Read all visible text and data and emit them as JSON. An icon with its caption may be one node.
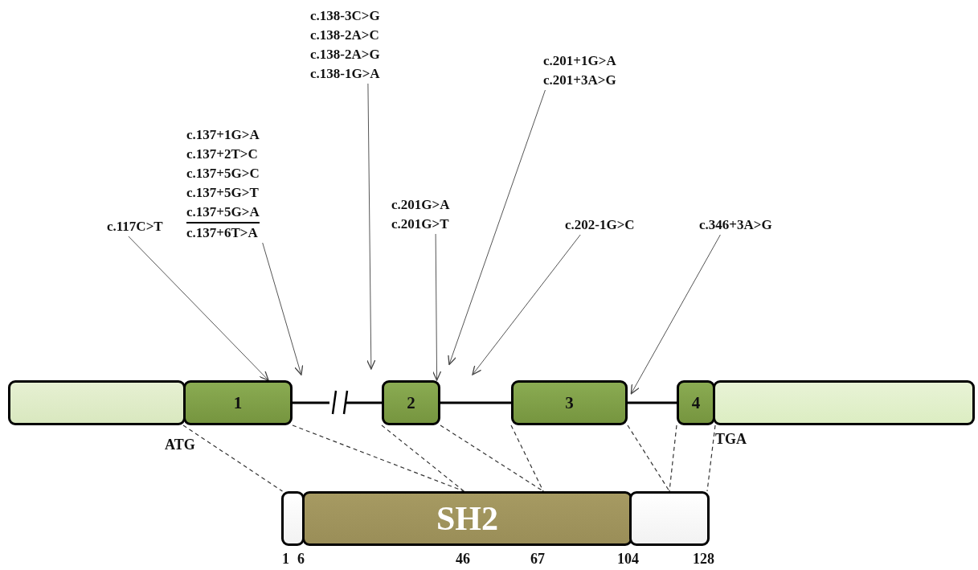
{
  "diagram": {
    "nodes": [
      {
        "text": [],
        "shape": "box"
      },
      {
        "text": [
          "1"
        ]
      },
      {
        "text": [
          "2"
        ]
      },
      {
        "text": [
          "3"
        ]
      },
      {
        "text": [
          "4"
        ]
      },
      {
        "text": [],
        "shape": "box"
      },
      {
        "text": [],
        "shape": "box"
      },
      {
        "text": [
          "SH2"
        ]
      },
      {
        "text": [],
        "shape": "box"
      },
      {
        "text": [
          "c.117C>T"
        ]
      },
      {
        "text": [
          "c.137+1G>A",
          "c.137+2T>C",
          "c.137+5G>C",
          "c.137+5G>T",
          "c.137+5G>A",
          "c.137+6T>A"
        ]
      },
      {
        "text": [
          "c.138-3C>G",
          "c.138-2A>C",
          "c.138-2A>G",
          "c.138-1G>A"
        ]
      },
      {
        "text": [
          "c.201G>A",
          "c.201G>T"
        ]
      },
      {
        "text": [
          "c.201+1G>A",
          "c.201+3A>G"
        ]
      },
      {
        "text": [
          "c.202-1G>C"
        ]
      },
      {
        "text": [
          "c.346+3A>G"
        ]
      }
    ],
    "edges": [
      {
        "from": 9,
        "to": 1,
        "arrow": "to"
      },
      {
        "from": 10,
        "to": 1,
        "arrow": "to"
      },
      {
        "from": 11,
        "to": 2,
        "arrow": "to"
      },
      {
        "from": 12,
        "to": 2,
        "arrow": "to"
      },
      {
        "from": 13,
        "to": 2,
        "arrow": "to"
      },
      {
        "from": 14,
        "to": null,
        "arrow": "to"
      },
      {
        "from": 15,
        "to": 3,
        "arrow": "to"
      },
      {
        "from": 1,
        "to": 2,
        "arrow": "none",
        "style": "thick"
      },
      {
        "from": 2,
        "to": 3,
        "arrow": "none",
        "style": "thick"
      },
      {
        "from": 3,
        "to": 4,
        "arrow": "none",
        "style": "thick"
      },
      {
        "from": 1,
        "to": 6,
        "arrow": "none",
        "style": "dashed"
      },
      {
        "from": 1,
        "to": 7,
        "arrow": "none",
        "style": "dashed"
      },
      {
        "from": 2,
        "to": 7,
        "arrow": "none",
        "style": "dashed"
      },
      {
        "from": 2,
        "to": 7,
        "arrow": "none",
        "style": "dashed"
      },
      {
        "from": 3,
        "to": 7,
        "arrow": "none",
        "style": "dashed"
      },
      {
        "from": 3,
        "to": 8,
        "arrow": "none",
        "style": "dashed"
      },
      {
        "from": 4,
        "to": 8,
        "arrow": "none",
        "style": "dashed"
      },
      {
        "from": 4,
        "to": 8,
        "arrow": "none",
        "style": "dashed"
      }
    ],
    "labels": [
      "ATG",
      "TGA",
      "1",
      "6",
      "46",
      "67",
      "104",
      "128"
    ]
  }
}
